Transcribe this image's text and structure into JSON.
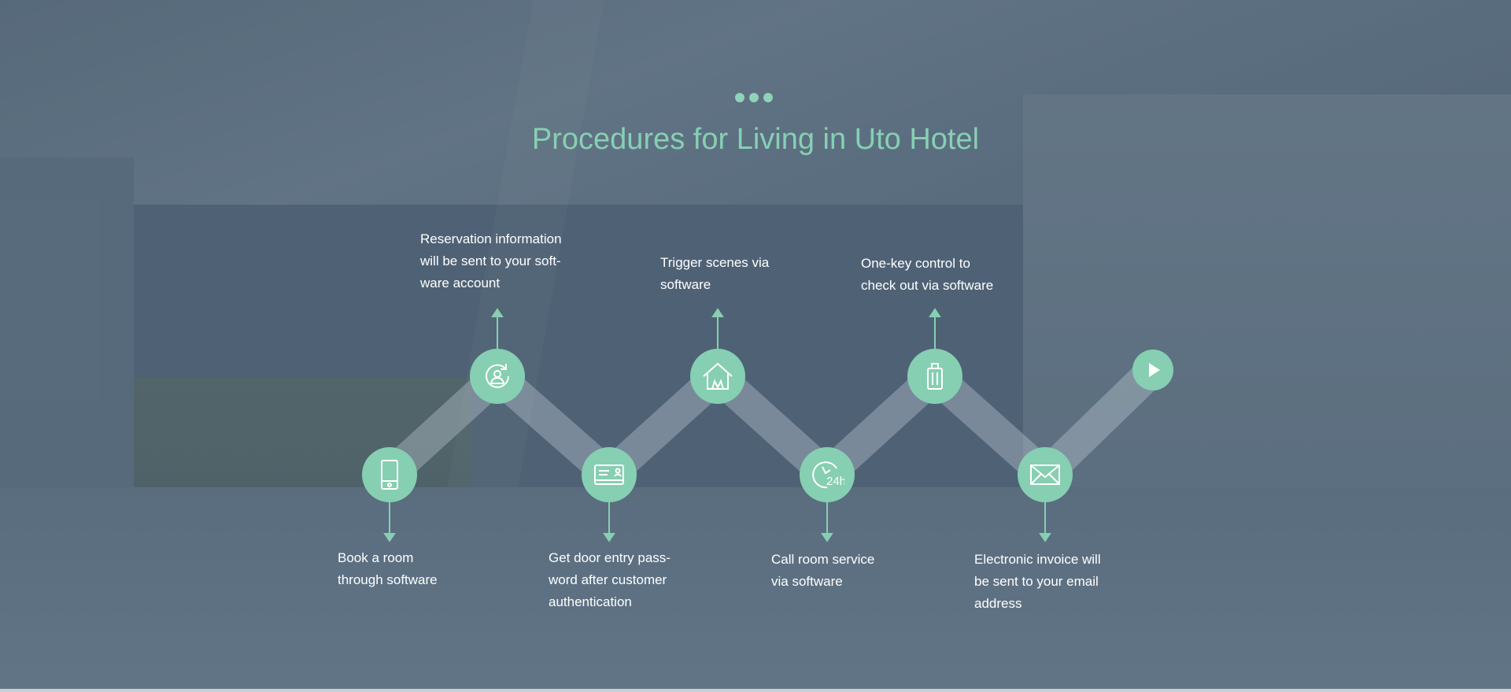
{
  "page": {
    "title": "Procedures for Living in Uto Hotel"
  },
  "colors": {
    "accent": "#86cfb2",
    "title": "#86d0b3",
    "text": "#ffffff"
  },
  "steps": [
    {
      "icon": "phone-icon",
      "lines": [
        "Book a room",
        "through software"
      ]
    },
    {
      "icon": "user-sync-icon",
      "lines": [
        "Reservation information",
        "will be sent to your soft-",
        "ware account"
      ]
    },
    {
      "icon": "card-icon",
      "lines": [
        "Get door entry pass-",
        "word after customer",
        "authentication"
      ]
    },
    {
      "icon": "home-icon",
      "lines": [
        "Trigger scenes via",
        "software"
      ]
    },
    {
      "icon": "clock-24h-icon",
      "lines": [
        "Call room service",
        "via software"
      ]
    },
    {
      "icon": "luggage-icon",
      "lines": [
        "One-key control to",
        "check out via software"
      ]
    },
    {
      "icon": "mail-icon",
      "lines": [
        "Electronic invoice will",
        "be sent to your email",
        "address"
      ]
    },
    {
      "icon": "play-icon"
    }
  ]
}
